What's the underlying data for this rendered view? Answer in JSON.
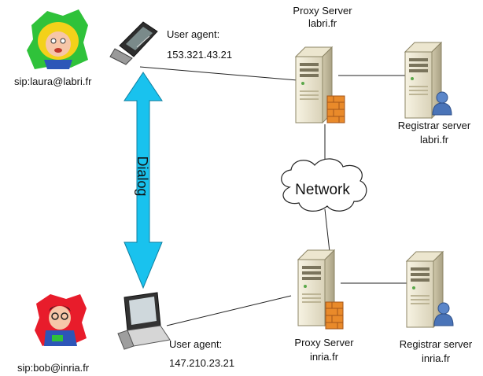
{
  "laura": {
    "uri": "sip:laura@labri.fr"
  },
  "bob": {
    "uri": "sip:bob@inria.fr"
  },
  "ua_top": {
    "label": "User agent:",
    "ip": "153.321.43.21"
  },
  "ua_bottom": {
    "label": "User agent:",
    "ip": "147.210.23.21"
  },
  "proxy_top": {
    "label": "Proxy Server",
    "domain": "labri.fr"
  },
  "registrar_top": {
    "label": "Registrar server",
    "domain": "labri.fr"
  },
  "proxy_bottom": {
    "label": "Proxy Server",
    "domain": "inria.fr"
  },
  "registrar_bottom": {
    "label": "Registrar server",
    "domain": "inria.fr"
  },
  "network": {
    "label": "Network"
  },
  "dialog": {
    "label": "Dialog"
  },
  "colors": {
    "arrow": "#19c2ee",
    "firewall": "#e98a2a",
    "server": "#efe9d3",
    "user_badge": "#4a74b8"
  }
}
